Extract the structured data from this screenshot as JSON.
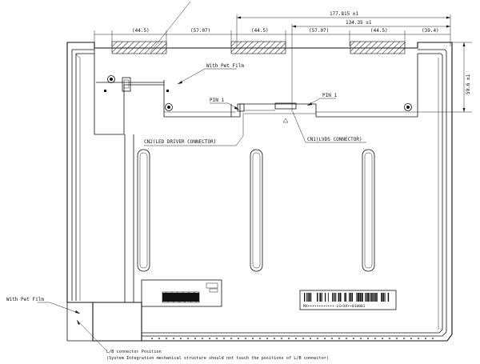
{
  "dimensions": {
    "overall_width": "177.815 ±1",
    "right_span": "134.35 ±1",
    "height": "59.6 ±1",
    "top_segments": [
      "(44.5)",
      "(57.07)",
      "(44.5)",
      "(57.07)",
      "(44.5)",
      "(39.4)"
    ]
  },
  "labels": {
    "pet_film_top": "With Pet Film",
    "pet_film_left": "With Pet Film",
    "pin1_left": "PIN 1",
    "pin1_right": "PIN 1",
    "cn2": "CN2(LED DRIVER CONNECTOR)",
    "cn1": "CN1(LVDS CONNECTOR)",
    "serial": "MX••••••••••••-LS•XX••010001",
    "lb_position": "L/B connector Position",
    "lb_note": "(System Integration mechanical structure should not touch the positions of L/B connector)"
  },
  "colors": {
    "line": "#111111",
    "background": "#ffffff"
  }
}
